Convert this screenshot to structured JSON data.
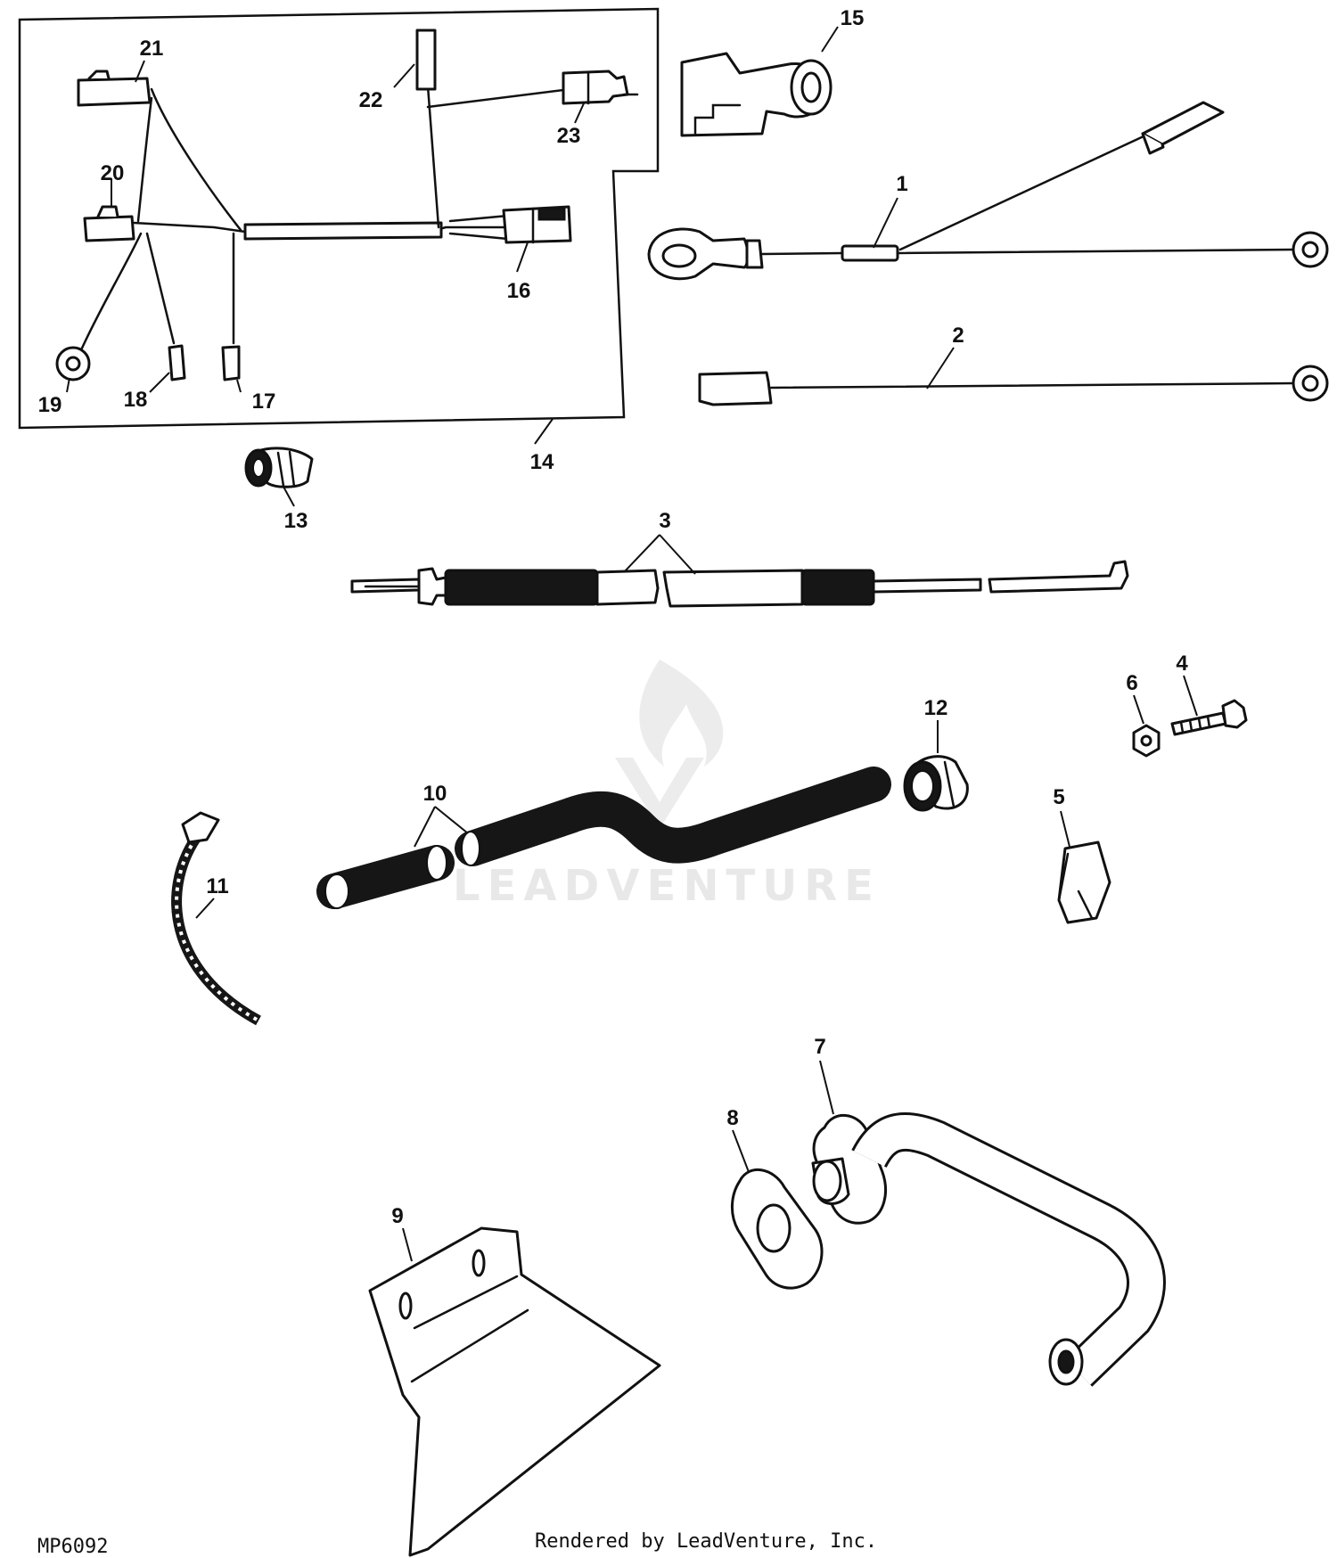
{
  "diagram": {
    "figure_code": "MP6092",
    "render_credit": "Rendered by LeadVenture, Inc.",
    "watermark": "LEADVENTURE",
    "callouts": {
      "c1": "1",
      "c2": "2",
      "c3": "3",
      "c4": "4",
      "c5": "5",
      "c6": "6",
      "c7": "7",
      "c8": "8",
      "c9": "9",
      "c10": "10",
      "c11": "11",
      "c12": "12",
      "c13": "13",
      "c14": "14",
      "c15": "15",
      "c16": "16",
      "c17": "17",
      "c18": "18",
      "c19": "19",
      "c20": "20",
      "c21": "21",
      "c22": "22",
      "c23": "23"
    }
  }
}
